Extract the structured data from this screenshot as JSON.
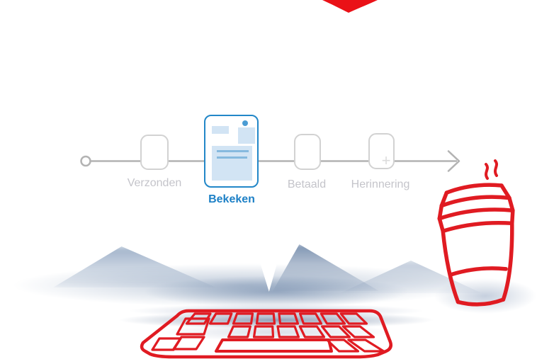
{
  "timeline": {
    "steps": [
      {
        "id": "verzonden",
        "label": "Verzonden",
        "state": "inactive"
      },
      {
        "id": "bekeken",
        "label": "Bekeken",
        "state": "active"
      },
      {
        "id": "betaald",
        "label": "Betaald",
        "state": "inactive"
      },
      {
        "id": "herinnering",
        "label": "Herinnering",
        "state": "inactive",
        "icon": "plus"
      }
    ]
  },
  "icons": {
    "plus_glyph": "+"
  },
  "colors": {
    "accent-red": "#e01b22",
    "wedge-red": "#ea1117",
    "step-blue": "#2287c8",
    "label-blue": "#1d80c6",
    "doc-dot-blue": "#4a9cd4",
    "doc-fill-blue": "#d2e4f4",
    "doc-line-blue": "#86b9de",
    "line-gray": "#b3b3b3",
    "box-border-gray": "#d2d2d2",
    "label-gray": "#c4c4ca",
    "plus-gray": "#dcdcdc",
    "shadow-blue": "#7a92b2"
  }
}
